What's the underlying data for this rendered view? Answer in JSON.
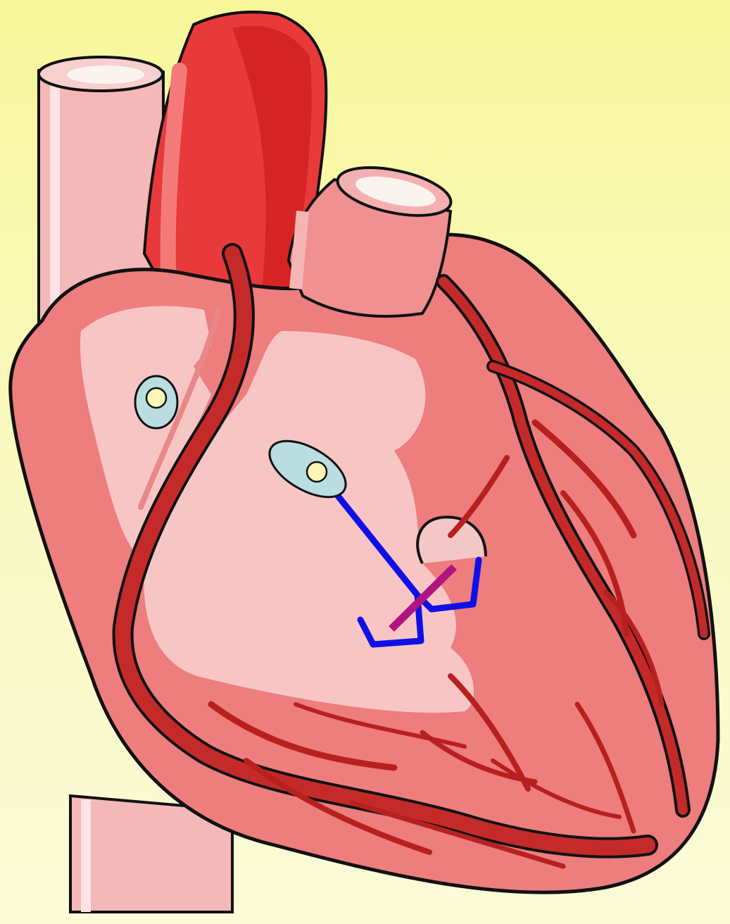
{
  "diagram": {
    "subject": "heart",
    "colors": {
      "background_top": "#f7f79b",
      "background_bottom": "#fbfbd8",
      "vessel_pale": "#f4b8b8",
      "vessel_highlight": "#fde3e3",
      "vessel_opening": "#fbf3f0",
      "aorta_red": "#e83a3a",
      "aorta_dark": "#d62424",
      "heart_body": "#ee7d7d",
      "chamber_light": "#f8c5c5",
      "coronary_artery": "#c52a2a",
      "outline": "#111111",
      "node_fill": "#b9dde0",
      "node_center": "#fcf7b6",
      "conduction_pathway": "#1010e6",
      "block_mark": "#b01480"
    },
    "nodes": [
      {
        "id": "sa-node",
        "shape": "oval-upright"
      },
      {
        "id": "av-node",
        "shape": "oval-tilted"
      }
    ],
    "pathway": {
      "from": "av-node",
      "branches": [
        "left-bundle-branch",
        "right-bundle-branch"
      ],
      "blocked": true
    }
  }
}
